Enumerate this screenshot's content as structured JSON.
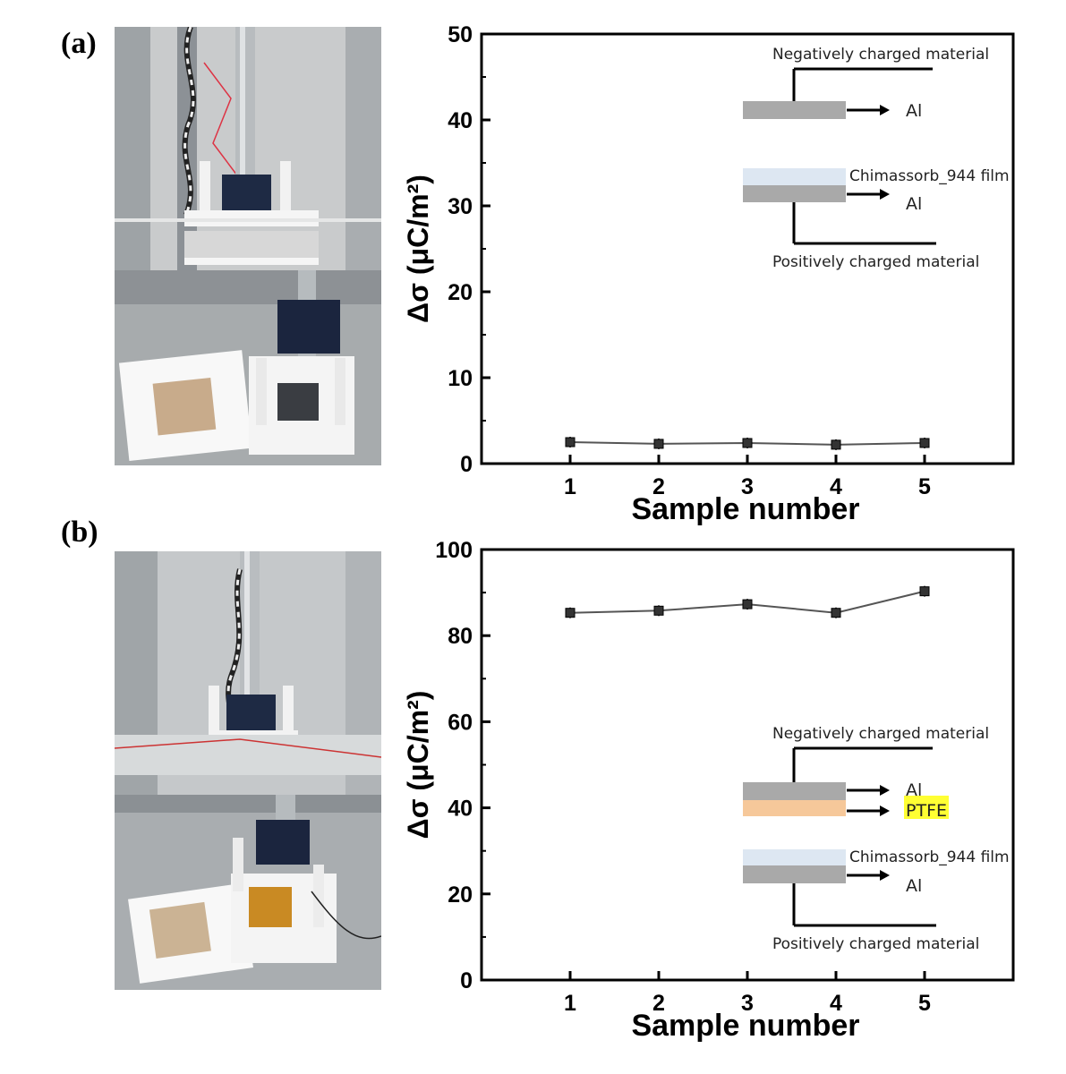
{
  "panels": {
    "a_label": "(a)",
    "b_label": "(b)"
  },
  "colors": {
    "line": "#555555",
    "marker": "#333333",
    "al_layer": "#a9a9a9",
    "film_layer": "#dde7f2",
    "ptfe_layer": "#f6c89a",
    "ptfe_highlight": "#ffff33"
  },
  "chart_data": [
    {
      "type": "line",
      "x": [
        1,
        2,
        3,
        4,
        5
      ],
      "series": [
        {
          "values": [
            2.5,
            2.3,
            2.4,
            2.2,
            2.4
          ]
        }
      ],
      "xlabel": "Sample number",
      "ylabel": "Δσ (μC/m²)",
      "ylim": [
        0,
        50
      ],
      "xlim": [
        0,
        6
      ],
      "yticks": [
        "0",
        "10",
        "20",
        "30",
        "40",
        "50"
      ],
      "xticks": [
        "1",
        "2",
        "3",
        "4",
        "5"
      ],
      "inset": {
        "top_text": "Negatively charged material",
        "layer1": "Al",
        "film": "Chimassorb_944 film",
        "layer2": "Al",
        "bottom_text": "Positively charged material"
      }
    },
    {
      "type": "line",
      "x": [
        1,
        2,
        3,
        4,
        5
      ],
      "series": [
        {
          "values": [
            85.3,
            85.8,
            87.3,
            85.3,
            90.3
          ]
        }
      ],
      "xlabel": "Sample number",
      "ylabel": "Δσ (μC/m²)",
      "ylim": [
        0,
        100
      ],
      "xlim": [
        0,
        6
      ],
      "yticks": [
        "0",
        "20",
        "40",
        "60",
        "80",
        "100"
      ],
      "xticks": [
        "1",
        "2",
        "3",
        "4",
        "5"
      ],
      "inset": {
        "top_text": "Negatively charged material",
        "layer1": "Al",
        "layer_ptfe": "PTFE",
        "film": "Chimassorb_944 film",
        "layer2": "Al",
        "bottom_text": "Positively charged material"
      }
    }
  ]
}
